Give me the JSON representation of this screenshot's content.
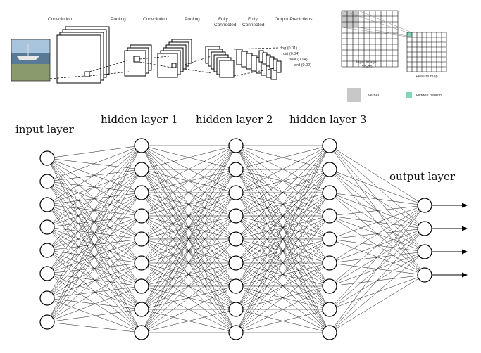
{
  "cnn": {
    "stage_labels": [
      "Convolution",
      "Pooling",
      "Convolution",
      "Pooling",
      "Fully\nConnected",
      "Fully\nConnected",
      "Output Predictions"
    ],
    "predictions": [
      "dog (0.01)",
      "cat (0.04)",
      "boat (0.94)",
      "bird (0.02)"
    ]
  },
  "kernel_diagram": {
    "input_label": "Input image\n10x10",
    "feature_label": "Feature map",
    "legend": [
      {
        "label": "Kernel",
        "color": "#c8c8c8"
      },
      {
        "label": "Hidden neuron",
        "color": "#7fd6b8"
      }
    ]
  },
  "network": {
    "layers": [
      {
        "label": "input layer",
        "nodes": 8
      },
      {
        "label": "hidden layer 1",
        "nodes": 9
      },
      {
        "label": "hidden layer 2",
        "nodes": 9
      },
      {
        "label": "hidden layer 3",
        "nodes": 9
      },
      {
        "label": "output layer",
        "nodes": 4
      }
    ]
  }
}
